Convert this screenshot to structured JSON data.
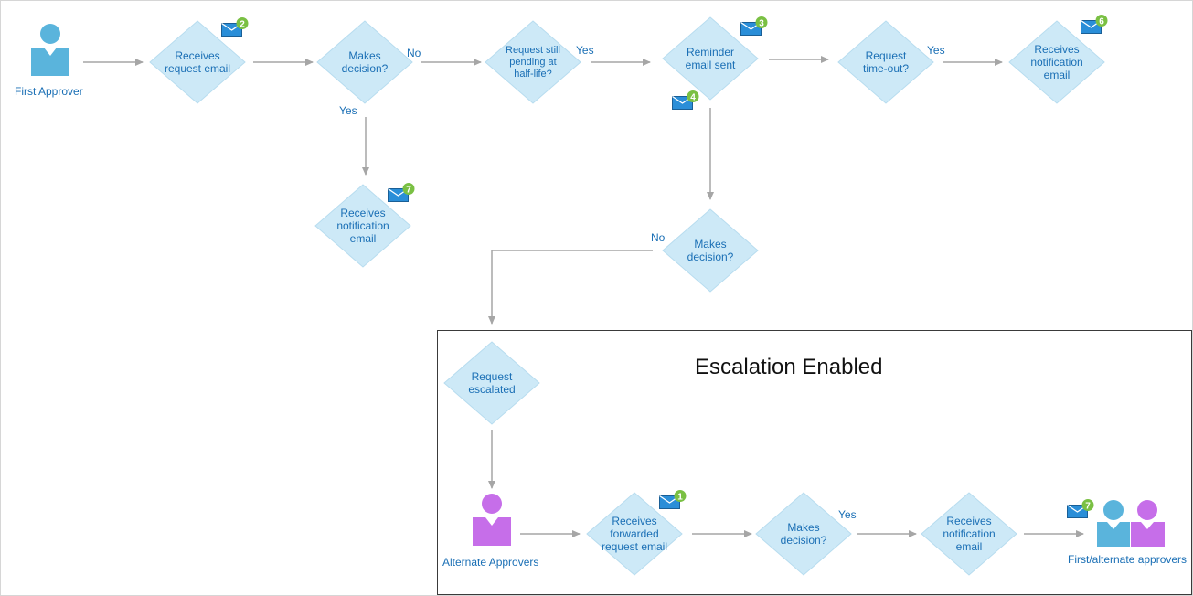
{
  "colors": {
    "diamond_fill": "#cde9f7",
    "diamond_stroke": "#b7dcef",
    "text": "#1a6fb5",
    "arrow": "#a6a6a6",
    "approver": "#5ab4dc",
    "alternate": "#c66ee9",
    "badge": "#7ac043",
    "envelope": "#2a8ed8"
  },
  "escalation_title": "Escalation Enabled",
  "actors": {
    "first_approver": "First Approver",
    "alternate_approvers": "Alternate Approvers",
    "first_alternate_approvers": "First/alternate approvers"
  },
  "nodes": {
    "receives_request": "Receives\nrequest email",
    "makes_decision_1": "Makes\ndecision?",
    "pending_half_life": "Request still\npending at\nhalf-life?",
    "reminder_sent": "Reminder\nemail sent",
    "request_timeout": "Request\ntime-out?",
    "notification_top": "Receives\nnotification\nemail",
    "notification_left": "Receives\nnotification\nemail",
    "makes_decision_2": "Makes\ndecision?",
    "request_escalated": "Request\nescalated",
    "receives_forwarded": "Receives\nforwarded\nrequest email",
    "makes_decision_3": "Makes\ndecision?",
    "notification_bottom": "Receives\nnotification\nemail"
  },
  "edge_labels": {
    "no_1": "No",
    "yes_pending": "Yes",
    "yes_timeout": "Yes",
    "yes_decision_1": "Yes",
    "no_decision_2": "No",
    "yes_decision_3": "Yes"
  },
  "badges": {
    "b_request": "2",
    "b_reminder_top": "3",
    "b_reminder_bottom": "4",
    "b_notification_top": "6",
    "b_notification_left": "7",
    "b_forwarded": "1",
    "b_final": "7"
  }
}
